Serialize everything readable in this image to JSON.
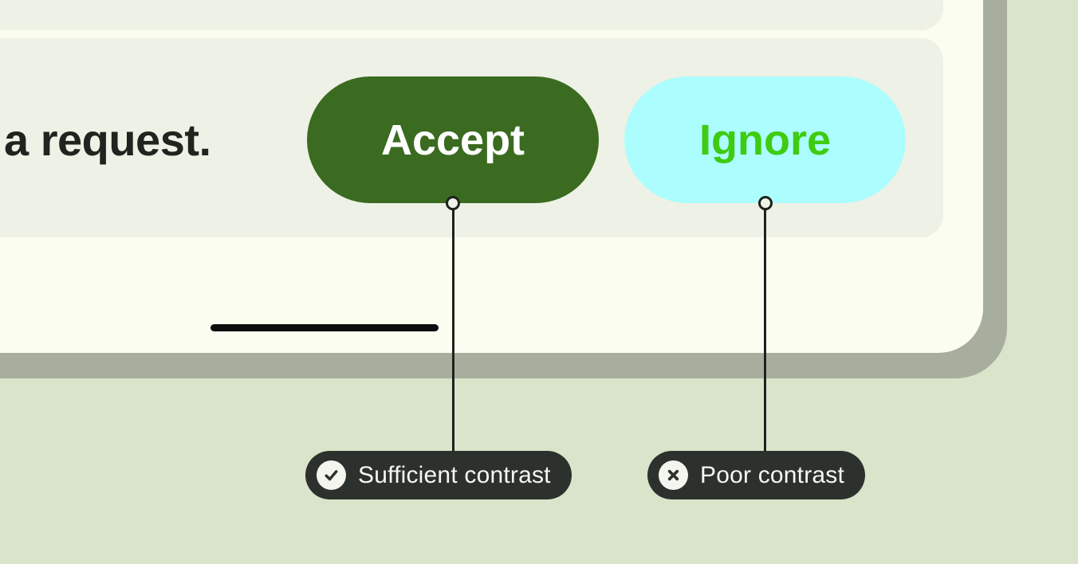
{
  "figure": {
    "background": "#d9e4ca",
    "mockup": {
      "frame_color": "#a8ae9e",
      "screen_color": "#fcfdf1",
      "card_color": "#eef1e5",
      "home_indicator_color": "#0d0d0d",
      "message_text": "a request.",
      "message_color": "#1f241f",
      "buttons": {
        "accept": {
          "label": "Accept",
          "background": "#3a6b20",
          "text_color": "#ffffff"
        },
        "ignore": {
          "label": "Ignore",
          "background": "#acfdfe",
          "text_color": "#3ecb11"
        }
      }
    },
    "callouts": {
      "background": "#2c312d",
      "text_color": "#f6f7f1",
      "icon_background": "#f4f5ee",
      "connector_color": "#1d221d",
      "sufficient": {
        "icon": "check-icon",
        "label": "Sufficient contrast"
      },
      "poor": {
        "icon": "x-icon",
        "label": "Poor contrast"
      }
    }
  }
}
